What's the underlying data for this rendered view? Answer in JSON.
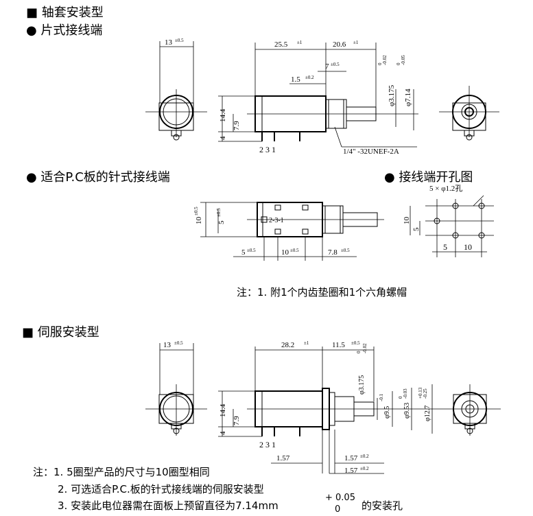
{
  "headers": {
    "shaft_type": "■ 轴套安装型",
    "pin_type": "● 片式接线端",
    "pcb_type": "● 适合P.C板的针式接线端",
    "hole_type": "● 接线端开孔图",
    "servo_type": "■ 伺服安装型"
  },
  "notes": {
    "note1": "注：1. 附1个内齿垫圈和1个六角螺帽",
    "note2_1": "注：1. 5圈型产品的尺寸与10圈型相同",
    "note2_2": "2. 可选适合P.C.板的针式接线端的伺服安装型",
    "note2_3": "3. 安装此电位器需在面板上预留直径为7.14mm",
    "note2_3_tol_plus": "+ 0.05",
    "note2_3_tol_zero": "0",
    "note2_3_tail": "的安装孔"
  },
  "fig1": {
    "w13": "13",
    "tol05": "±0.5",
    "l25": "25.5",
    "l20": "20.6",
    "tol1": "±1",
    "l7": "7",
    "l15": "1.5",
    "tol02": "±0.2",
    "d3175": "φ3.175",
    "d3175_tol_top": "0",
    "d3175_tol_bot": "-0.02",
    "d714": "φ7.14",
    "d714_tol_top": "0",
    "d714_tol_bot": "-0.05",
    "h144": "14.4",
    "h79": "7.9",
    "h4": "4",
    "pins": "2  3     1",
    "thread": "1/4\" -32UNEF-2A"
  },
  "fig2": {
    "h10": "10",
    "h5": "5",
    "pins": "2-3-1",
    "w5": "5",
    "w10": "10",
    "w78": "7.8",
    "tol05": "±0.5"
  },
  "fig3": {
    "holes": "5 × φ1.2孔",
    "v10": "10",
    "v5": "5",
    "h5": "5",
    "h10": "10"
  },
  "fig4": {
    "w13": "13",
    "tol05": "±0.5",
    "l282": "28.2",
    "tol1": "±1",
    "l115": "11.5",
    "d3175": "φ3.175",
    "d3175_tol_top": "0",
    "d3175_tol_bot": "-0.02",
    "d95": "φ9.5",
    "d95_tol": "-0.1",
    "d953": "φ9.53",
    "d953_tol_top": "0",
    "d953_tol_bot": "-0.03",
    "d127": "φ12.7",
    "d127_tol_top": "+0.13",
    "d127_tol_bot": "-0.25",
    "h144": "14.4",
    "h79": "7.9",
    "h4": "4",
    "pins": "2  3     1",
    "b157a": "1.57",
    "b157b": "1.57",
    "b157c": "1.57",
    "tol02": "±0.2"
  }
}
